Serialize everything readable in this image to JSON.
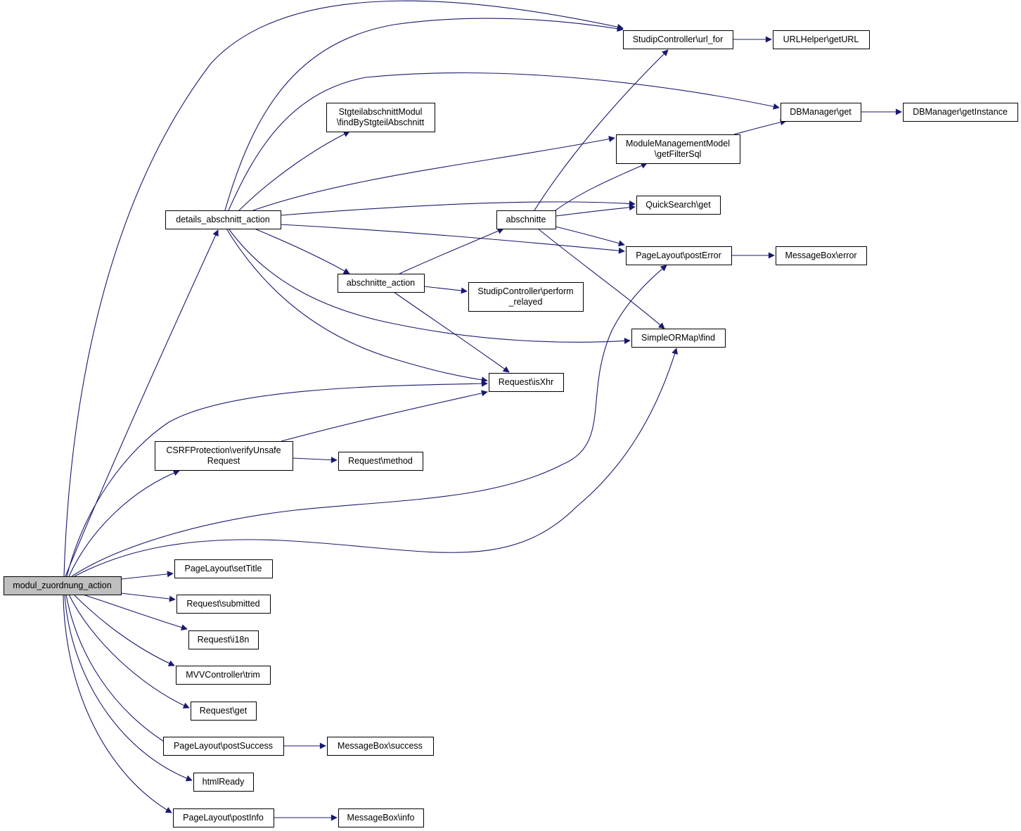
{
  "graph": {
    "nodes": {
      "modul_zuordnung_action": [
        "modul_zuordnung_action"
      ],
      "details_abschnitt_action": [
        "details_abschnitt_action"
      ],
      "csrf_verify_unsafe_request": [
        "CSRFProtection\\verifyUnsafe",
        "Request"
      ],
      "pagelayout_set_title": [
        "PageLayout\\setTitle"
      ],
      "request_submitted": [
        "Request\\submitted"
      ],
      "request_i18n": [
        "Request\\i18n"
      ],
      "mvvcontroller_trim": [
        "MVVController\\trim"
      ],
      "request_get": [
        "Request\\get"
      ],
      "pagelayout_post_success": [
        "PageLayout\\postSuccess"
      ],
      "html_ready": [
        "htmlReady"
      ],
      "pagelayout_post_info": [
        "PageLayout\\postInfo"
      ],
      "stgteilabschnittmodul_find": [
        "StgteilabschnittModul",
        "\\findByStgteilAbschnitt"
      ],
      "abschnitte_action": [
        "abschnitte_action"
      ],
      "request_is_xhr": [
        "Request\\isXhr"
      ],
      "request_method": [
        "Request\\method"
      ],
      "messagebox_success": [
        "MessageBox\\success"
      ],
      "messagebox_info": [
        "MessageBox\\info"
      ],
      "abschnitte": [
        "abschnitte"
      ],
      "studipcontroller_perform_relayed": [
        "StudipController\\perform",
        "_relayed"
      ],
      "studipcontroller_url_for": [
        "StudipController\\url_for"
      ],
      "modulemanagementmodel_getfiltersql": [
        "ModuleManagementModel",
        "\\getFilterSql"
      ],
      "quicksearch_get": [
        "QuickSearch\\get"
      ],
      "pagelayout_post_error": [
        "PageLayout\\postError"
      ],
      "simpleormap_find": [
        "SimpleORMap\\find"
      ],
      "urlhelper_geturl": [
        "URLHelper\\getURL"
      ],
      "dbmanager_get": [
        "DBManager\\get"
      ],
      "messagebox_error": [
        "MessageBox\\error"
      ],
      "dbmanager_getinstance": [
        "DBManager\\getInstance"
      ]
    },
    "edges": [
      [
        "modul_zuordnung_action",
        "studipcontroller_url_for"
      ],
      [
        "modul_zuordnung_action",
        "details_abschnitt_action"
      ],
      [
        "modul_zuordnung_action",
        "request_is_xhr"
      ],
      [
        "modul_zuordnung_action",
        "csrf_verify_unsafe_request"
      ],
      [
        "modul_zuordnung_action",
        "pagelayout_post_error"
      ],
      [
        "modul_zuordnung_action",
        "simpleormap_find"
      ],
      [
        "modul_zuordnung_action",
        "pagelayout_set_title"
      ],
      [
        "modul_zuordnung_action",
        "request_submitted"
      ],
      [
        "modul_zuordnung_action",
        "request_i18n"
      ],
      [
        "modul_zuordnung_action",
        "mvvcontroller_trim"
      ],
      [
        "modul_zuordnung_action",
        "request_get"
      ],
      [
        "modul_zuordnung_action",
        "pagelayout_post_success"
      ],
      [
        "modul_zuordnung_action",
        "html_ready"
      ],
      [
        "modul_zuordnung_action",
        "pagelayout_post_info"
      ],
      [
        "details_abschnitt_action",
        "studipcontroller_url_for"
      ],
      [
        "details_abschnitt_action",
        "dbmanager_get"
      ],
      [
        "details_abschnitt_action",
        "stgteilabschnittmodul_find"
      ],
      [
        "details_abschnitt_action",
        "modulemanagementmodel_getfiltersql"
      ],
      [
        "details_abschnitt_action",
        "quicksearch_get"
      ],
      [
        "details_abschnitt_action",
        "pagelayout_post_error"
      ],
      [
        "details_abschnitt_action",
        "abschnitte_action"
      ],
      [
        "details_abschnitt_action",
        "simpleormap_find"
      ],
      [
        "details_abschnitt_action",
        "request_is_xhr"
      ],
      [
        "abschnitte_action",
        "abschnitte"
      ],
      [
        "abschnitte_action",
        "studipcontroller_perform_relayed"
      ],
      [
        "abschnitte_action",
        "request_is_xhr"
      ],
      [
        "abschnitte",
        "studipcontroller_url_for"
      ],
      [
        "abschnitte",
        "modulemanagementmodel_getfiltersql"
      ],
      [
        "abschnitte",
        "quicksearch_get"
      ],
      [
        "abschnitte",
        "pagelayout_post_error"
      ],
      [
        "abschnitte",
        "simpleormap_find"
      ],
      [
        "csrf_verify_unsafe_request",
        "request_is_xhr"
      ],
      [
        "csrf_verify_unsafe_request",
        "request_method"
      ],
      [
        "pagelayout_post_success",
        "messagebox_success"
      ],
      [
        "pagelayout_post_info",
        "messagebox_info"
      ],
      [
        "studipcontroller_url_for",
        "urlhelper_geturl"
      ],
      [
        "modulemanagementmodel_getfiltersql",
        "dbmanager_get"
      ],
      [
        "dbmanager_get",
        "dbmanager_getinstance"
      ],
      [
        "pagelayout_post_error",
        "messagebox_error"
      ]
    ],
    "colors": {
      "edge": "#191970",
      "root_fill": "#bfbfbf",
      "node_fill": "#ffffff",
      "node_border": "#000000"
    }
  }
}
